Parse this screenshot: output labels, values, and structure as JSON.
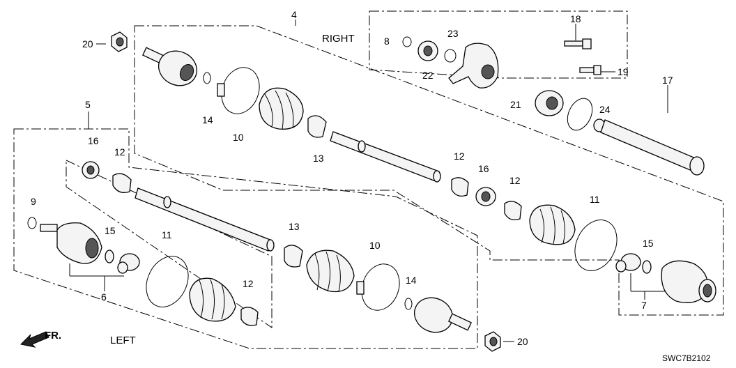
{
  "titles": {
    "right": "RIGHT",
    "left": "LEFT"
  },
  "arrow_label": "FR.",
  "drawing_code": "SWC7B2102",
  "labels": {
    "l4": "4",
    "l18": "18",
    "l23": "23",
    "l8": "8",
    "l22": "22",
    "l20a": "20",
    "l19": "19",
    "l17": "17",
    "l21": "21",
    "l24": "24",
    "l14a": "14",
    "l10a": "10",
    "l13a": "13",
    "l5": "5",
    "l16a": "16",
    "l12a": "12",
    "l12b": "12",
    "l16b": "16",
    "l12c": "12",
    "l11a": "11",
    "l9": "9",
    "l15a": "15",
    "l11b": "11",
    "l13b": "13",
    "l10b": "10",
    "l14b": "14",
    "l12d": "12",
    "l6": "6",
    "l15b": "15",
    "l7": "7",
    "l20b": "20"
  }
}
